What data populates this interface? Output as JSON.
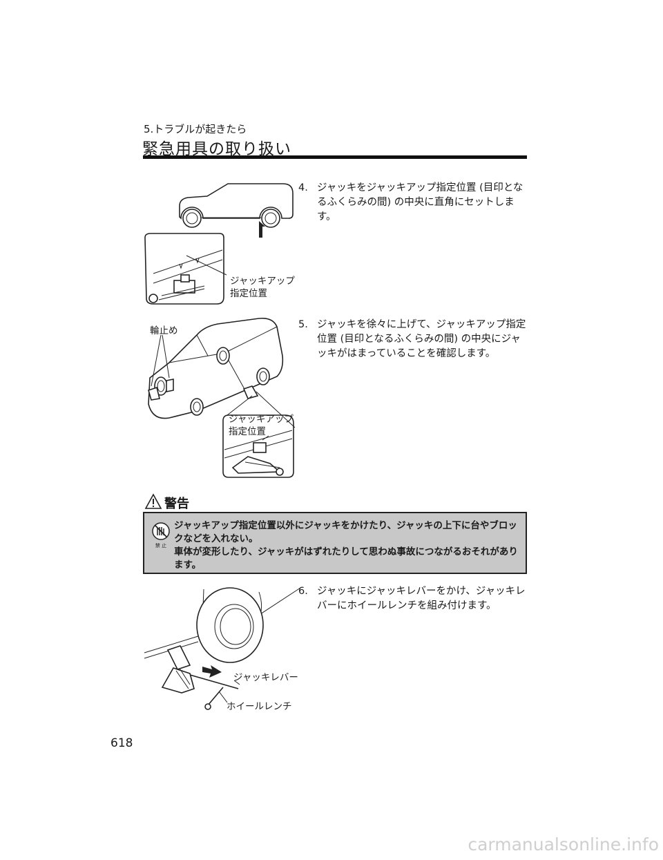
{
  "header": {
    "section": "5.トラブルが起きたら",
    "title": "緊急用具の取り扱い"
  },
  "steps": [
    {
      "num": "4.",
      "text": "ジャッキをジャッキアップ指定位置 (目印となるふくらみの間) の中央に直角にセットします。"
    },
    {
      "num": "5.",
      "text": "ジャッキを徐々に上げて、ジャッキアップ指定位置 (目印となるふくらみの間) の中央にジャッキがはまっていることを確認します。"
    },
    {
      "num": "6.",
      "text": "ジャッキにジャッキレバーをかけ、ジャッキレバーにホイールレンチを組み付けます。"
    }
  ],
  "figures": {
    "fig1": {
      "label_line1": "ジャッキアップ",
      "label_line2": "指定位置"
    },
    "fig2": {
      "chock_label": "輪止め",
      "label_line1": "ジャッキアップ",
      "label_line2": "指定位置"
    },
    "fig3": {
      "lever_label": "ジャッキレバー",
      "wrench_label": "ホイールレンチ"
    }
  },
  "warning": {
    "title": "警告",
    "prohibit_label": "禁 止",
    "line1": "ジャッキアップ指定位置以外にジャッキをかけたり、ジャッキの上下に台やブロックなどを入れない。",
    "line2": "車体が変形したり、ジャッキがはずれたりして思わぬ事故につながるおそれがあります。"
  },
  "page_number": "618",
  "watermark": "carmanualsonline.info"
}
